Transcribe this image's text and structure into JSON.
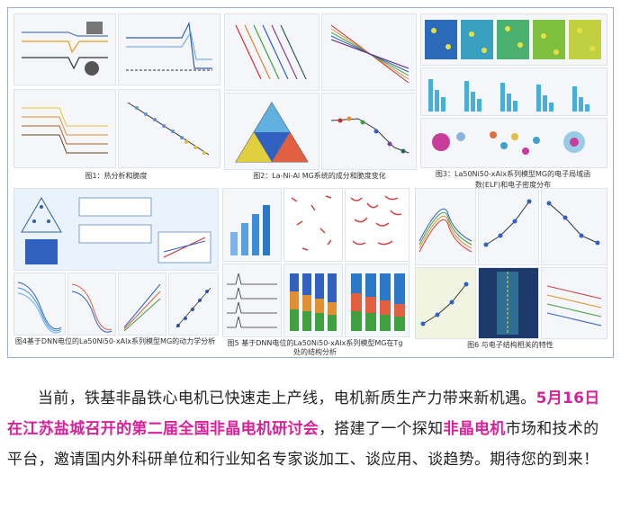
{
  "figure": {
    "captions": {
      "fig1": "图1：热分析和脆度",
      "fig2": "图2：La-Ni-Al MG系统的成分和脆度变化",
      "fig3_line1": "图3：La50Ni50-xAlx系列模型MG的电子局域函",
      "fig3_line2": "数(ELF)和电子密度分布",
      "fig4_line1": "图4基于DNN电位的La50Ni50-xAlx系列模型MG的动力学分析",
      "fig5_line1": "图5 基于DNN电位的La50Ni50-xAlx系列模型MG在Tg",
      "fig5_line2": "处的结构分析",
      "fig6": "图6 与电子结构相关的特性"
    }
  },
  "article": {
    "p1_a": "当前，铁基非晶铁心电机已快速走上产线，电机新质生产力带来新机遇。",
    "p1_hl1": "5月16日在江苏盐城召开的第二届全国非晶电机研讨会",
    "p1_b": "，搭建了一个探知",
    "p1_hl2": "非晶电机",
    "p1_c": "市场和技术的平台，邀请国内外科研单位和行业知名专家谈加工、谈应用、谈趋势。期待您的到来！"
  }
}
